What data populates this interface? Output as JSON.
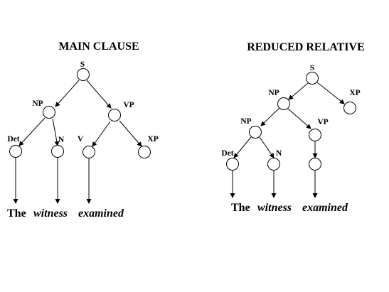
{
  "main_clause": {
    "title": "MAIN CLAUSE",
    "labels": {
      "s": "S",
      "np": "NP",
      "vp": "VP",
      "det": "Det",
      "n": "N",
      "v": "V",
      "xp": "XP"
    },
    "words": {
      "the": "The",
      "witness": "witness",
      "examined": "examined"
    }
  },
  "reduced_relative": {
    "title": "REDUCED RELATIVE",
    "labels": {
      "s": "S",
      "np_top": "NP",
      "xp": "XP",
      "np": "NP",
      "vp": "VP",
      "det": "Det",
      "n": "N"
    },
    "words": {
      "the": "The",
      "witness": "witness",
      "examined": "examined"
    }
  }
}
